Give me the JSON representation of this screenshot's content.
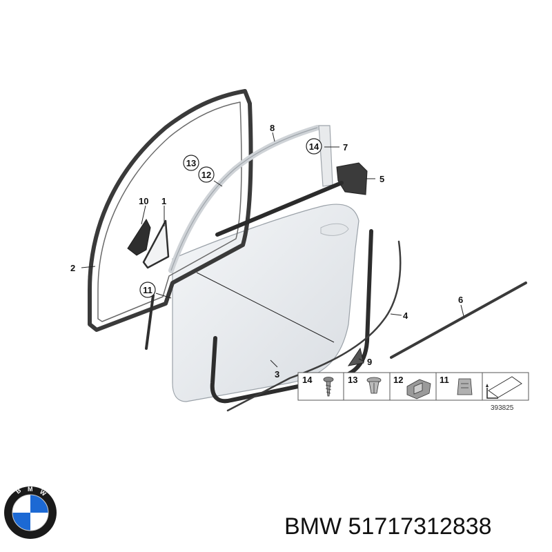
{
  "callouts": {
    "c1": "1",
    "c2": "2",
    "c3": "3",
    "c4": "4",
    "c5": "5",
    "c6": "6",
    "c7": "7",
    "c8": "8",
    "c9": "9",
    "c10": "10",
    "c11": "11",
    "c12": "12",
    "c13": "13",
    "c14": "14"
  },
  "legend": {
    "cells": [
      {
        "number": "14",
        "icon": "screw-icon"
      },
      {
        "number": "13",
        "icon": "clip-nut-icon"
      },
      {
        "number": "12",
        "icon": "retaining-clip-icon"
      },
      {
        "number": "11",
        "icon": "spring-clip-icon"
      }
    ],
    "arrow_icon": "direction-arrow-icon"
  },
  "reference_number": "393825",
  "logo": {
    "text": "BMW",
    "colors": {
      "blue": "#1c69d4",
      "white": "#ffffff",
      "ring": "#1a1a1a"
    }
  },
  "caption": {
    "brand": "BMW",
    "part_number": "51717312838"
  }
}
